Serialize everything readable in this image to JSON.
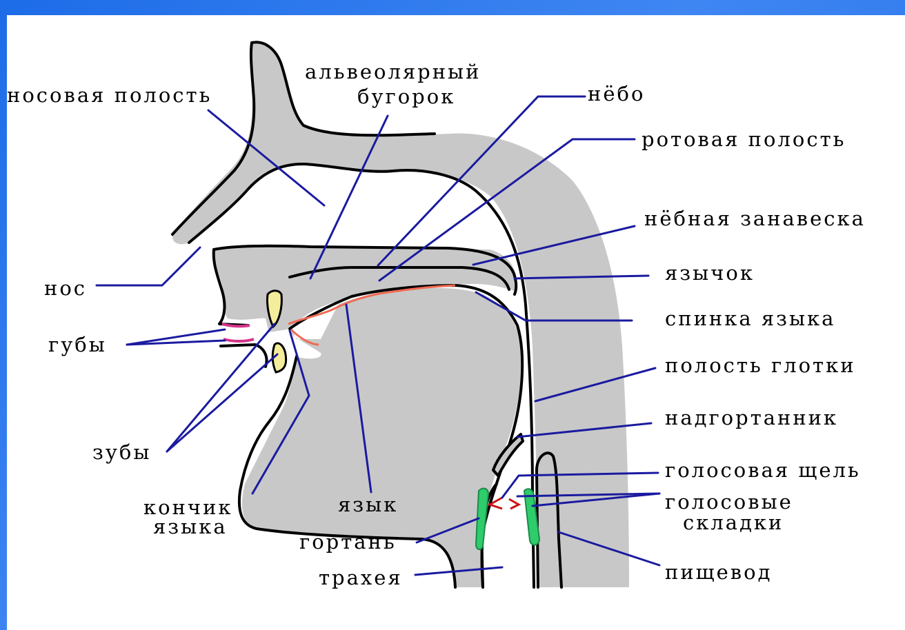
{
  "labels": {
    "nasal_cavity": "носовая полость",
    "alveolar_ridge_1": "альвеолярный",
    "alveolar_ridge_2": "бугорок",
    "palate": "нёбо",
    "oral_cavity": "ротовая полость",
    "soft_palate": "нёбная занавеска",
    "uvula": "язычок",
    "tongue_back": "спинка языка",
    "pharynx": "полость глотки",
    "epiglottis": "надгортанник",
    "glottis": "голосовая щель",
    "vocal_folds_1": "голосовые",
    "vocal_folds_2": "складки",
    "esophagus": "пищевод",
    "trachea": "трахея",
    "larynx": "гортань",
    "tongue": "язык",
    "tongue_tip_1": "кончик",
    "tongue_tip_2": "языка",
    "teeth": "зубы",
    "lips": "губы",
    "nose": "нос"
  },
  "colors": {
    "frame": "#1d6ce8",
    "tissue": "#c8c8c8",
    "leader": "#1a1aa0",
    "teeth": "#f4ee9c",
    "lips": "#d6338a",
    "tongue_surface": "#f06a52",
    "vocal_folds": "#2ecc6b",
    "glottis_mark": "#cc1111"
  }
}
